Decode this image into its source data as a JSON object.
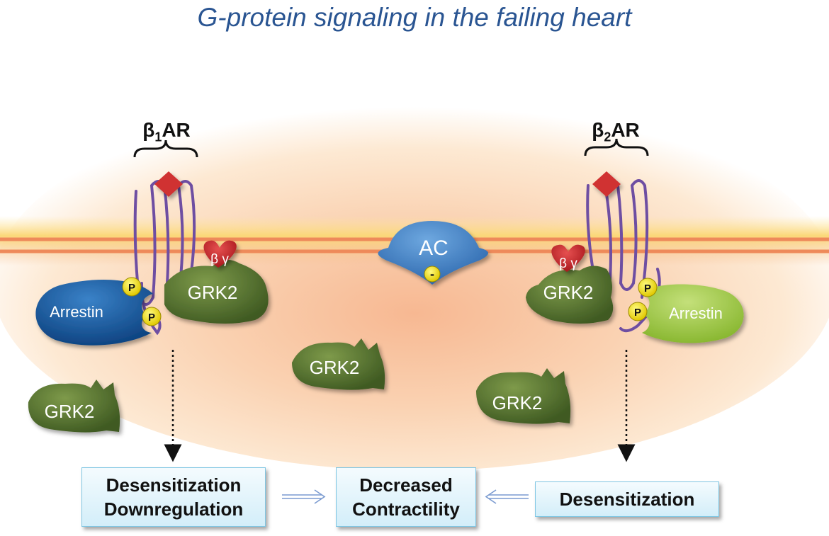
{
  "title": "G-protein signaling in the failing heart",
  "receptors": {
    "left": {
      "greek": "β",
      "sub": "1",
      "suffix": "AR"
    },
    "right": {
      "greek": "β",
      "sub": "2",
      "suffix": "AR"
    }
  },
  "labels": {
    "arrestin": "Arrestin",
    "grk2": "GRK2",
    "beta_gamma": "β γ",
    "ac": "AC",
    "ac_sign": "-",
    "phospho": "P"
  },
  "boxes": {
    "left": [
      "Desensitization",
      "Downregulation"
    ],
    "center": [
      "Decreased",
      "Contractility"
    ],
    "right": [
      "Desensitization"
    ]
  },
  "colors": {
    "title": "#2a5592",
    "grk2": "#4e6a2a",
    "arrestin_left": "#1a5a9c",
    "arrestin_right": "#9cc63a",
    "ac": "#3d7cc0",
    "beta_gamma": "#c4262b",
    "phospho": "#f5e400",
    "receptor": "#6e4ea2",
    "ligand": "#d03030"
  }
}
